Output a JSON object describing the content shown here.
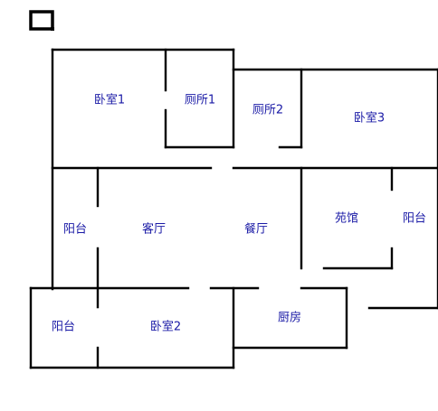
{
  "colors": {
    "wall": "#000000",
    "label": "#1a1aa6",
    "background": "#ffffff"
  },
  "icons": {
    "corner_mark": "window-square-icon"
  },
  "rooms": {
    "bedroom1": "卧室1",
    "toilet1": "厕所1",
    "toilet2": "厕所2",
    "bedroom3": "卧室3",
    "balcony_left": "阳台",
    "living_room": "客厅",
    "dining_room": "餐厅",
    "garden_room": "苑馆",
    "balcony_right": "阳台",
    "balcony_bottom": "阳台",
    "bedroom2": "卧室2",
    "kitchen": "厨房"
  }
}
